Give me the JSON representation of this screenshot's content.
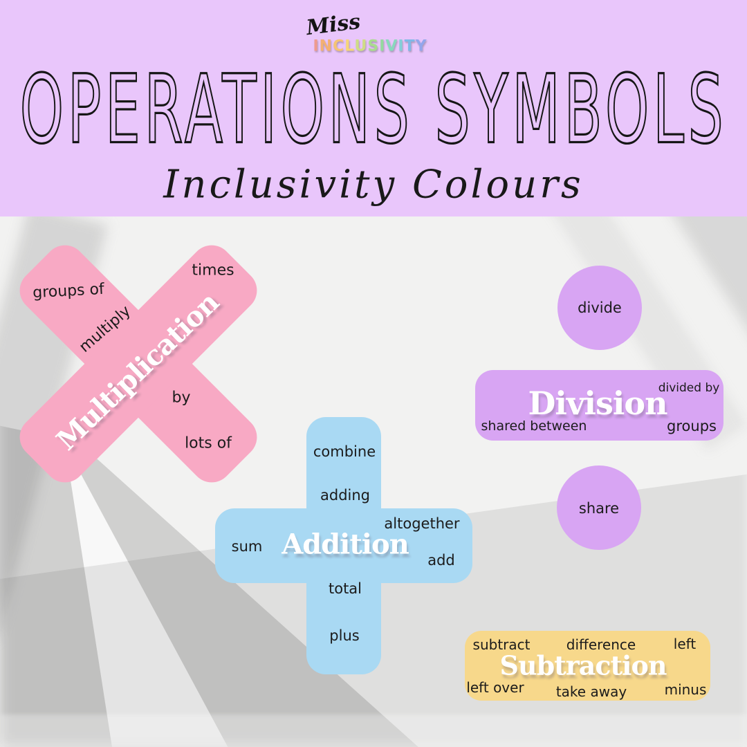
{
  "header": {
    "logo_script": "Miss",
    "logo_wordmark": "INCLUSIVITY",
    "logo_letter_colors": [
      "#ef9a8e",
      "#f3b072",
      "#f5c375",
      "#f7d678",
      "#cfdd86",
      "#a9db8e",
      "#95da9f",
      "#89d8bd",
      "#83cfd9",
      "#80b8e7",
      "#93a6ec"
    ],
    "title": "OPERATIONS SYMBOLS",
    "subtitle": "Inclusivity Colours"
  },
  "colors": {
    "header_background": "#e9c6fb",
    "multiplication_pink": "#f8a9c4",
    "division_purple": "#d8a5f3",
    "addition_blue": "#a9d9f3",
    "subtraction_yellow": "#f7d88b",
    "word_text": "#1b1b1b",
    "label_text": "#ffffff"
  },
  "sections": {
    "multiplication": {
      "title": "Multiplication",
      "symbol": "multiplication-cross",
      "words": [
        "times",
        "groups of",
        "multiply",
        "by",
        "lots of"
      ]
    },
    "division": {
      "title": "Division",
      "symbol": "division-sign",
      "words": [
        "divide",
        "divided by",
        "shared between",
        "groups",
        "share"
      ]
    },
    "addition": {
      "title": "Addition",
      "symbol": "plus-sign",
      "words": [
        "combine",
        "adding",
        "altogether",
        "sum",
        "add",
        "total",
        "plus"
      ]
    },
    "subtraction": {
      "title": "Subtraction",
      "symbol": "minus-sign",
      "words": [
        "subtract",
        "difference",
        "left",
        "left over",
        "take away",
        "minus"
      ]
    }
  }
}
